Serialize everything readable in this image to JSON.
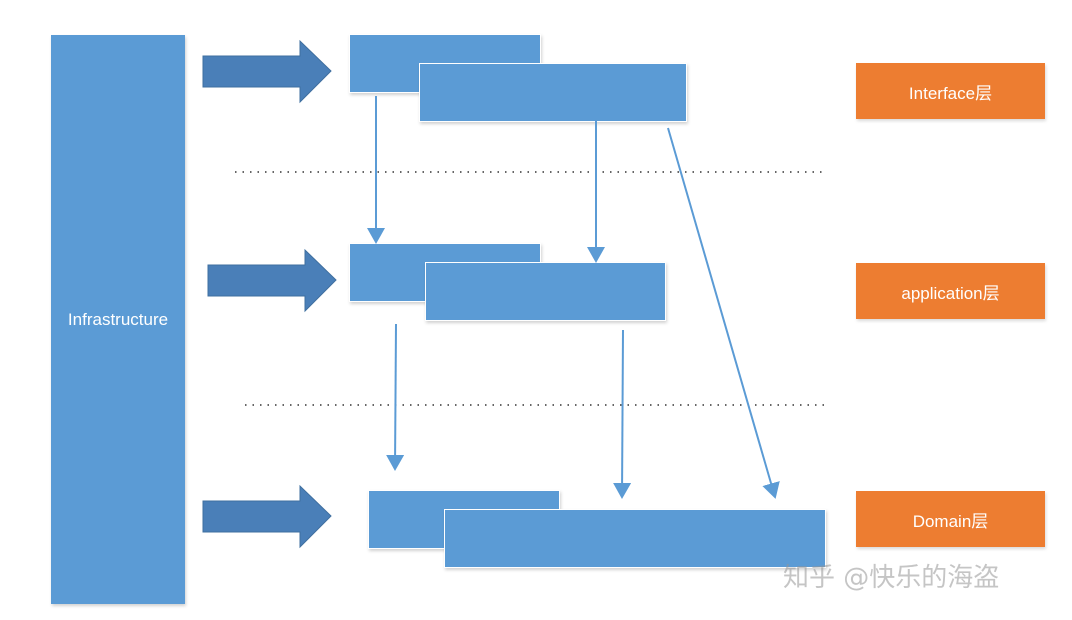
{
  "diagram": {
    "infrastructure_label": "Infrastructure",
    "layers": [
      {
        "label": "Interface层"
      },
      {
        "label": "application层"
      },
      {
        "label": "Domain层"
      }
    ],
    "watermark": "知乎 @快乐的海盗",
    "colors": {
      "component_blue": "#5b9bd5",
      "arrow_blue": "#4a7fb8",
      "layer_orange": "#ed7d31"
    }
  }
}
